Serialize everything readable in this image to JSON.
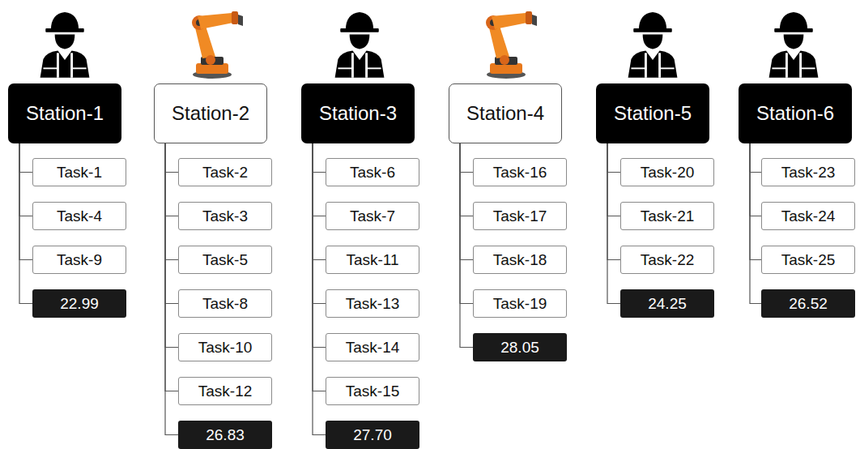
{
  "diagram": {
    "nodes": [
      {
        "text": [
          "Station-1"
        ]
      },
      {
        "text": [
          "Task-1"
        ]
      },
      {
        "text": [
          "Task-4"
        ]
      },
      {
        "text": [
          "Task-9"
        ]
      },
      {
        "text": [
          "22.99"
        ]
      },
      {
        "text": [
          "Station-2"
        ]
      },
      {
        "text": [
          "Task-2"
        ]
      },
      {
        "text": [
          "Task-3"
        ]
      },
      {
        "text": [
          "Task-5"
        ]
      },
      {
        "text": [
          "Task-8"
        ]
      },
      {
        "text": [
          "Task-10"
        ]
      },
      {
        "text": [
          "Task-12"
        ]
      },
      {
        "text": [
          "26.83"
        ]
      },
      {
        "text": [
          "Station-3"
        ]
      },
      {
        "text": [
          "Task-6"
        ]
      },
      {
        "text": [
          "Task-7"
        ]
      },
      {
        "text": [
          "Task-11"
        ]
      },
      {
        "text": [
          "Task-13"
        ]
      },
      {
        "text": [
          "Task-14"
        ]
      },
      {
        "text": [
          "Task-15"
        ]
      },
      {
        "text": [
          "27.70"
        ]
      },
      {
        "text": [
          "Station-4"
        ]
      },
      {
        "text": [
          "Task-16"
        ]
      },
      {
        "text": [
          "Task-17"
        ]
      },
      {
        "text": [
          "Task-18"
        ]
      },
      {
        "text": [
          "Task-19"
        ]
      },
      {
        "text": [
          "28.05"
        ]
      },
      {
        "text": [
          "Station-5"
        ]
      },
      {
        "text": [
          "Task-20"
        ]
      },
      {
        "text": [
          "Task-21"
        ]
      },
      {
        "text": [
          "Task-22"
        ]
      },
      {
        "text": [
          "24.25"
        ]
      },
      {
        "text": [
          "Station-6"
        ]
      },
      {
        "text": [
          "Task-23"
        ]
      },
      {
        "text": [
          "Task-24"
        ]
      },
      {
        "text": [
          "Task-25"
        ]
      },
      {
        "text": [
          "26.52"
        ]
      }
    ],
    "edges": [
      {
        "from": 0,
        "to": 1,
        "arrow": "none"
      },
      {
        "from": 0,
        "to": 2,
        "arrow": "none"
      },
      {
        "from": 0,
        "to": 3,
        "arrow": "none"
      },
      {
        "from": 0,
        "to": 4,
        "arrow": "none"
      },
      {
        "from": 5,
        "to": 6,
        "arrow": "none"
      },
      {
        "from": 5,
        "to": 7,
        "arrow": "none"
      },
      {
        "from": 5,
        "to": 8,
        "arrow": "none"
      },
      {
        "from": 5,
        "to": 9,
        "arrow": "none"
      },
      {
        "from": 5,
        "to": 10,
        "arrow": "none"
      },
      {
        "from": 5,
        "to": 11,
        "arrow": "none"
      },
      {
        "from": 5,
        "to": 12,
        "arrow": "none"
      },
      {
        "from": 13,
        "to": 14,
        "arrow": "none"
      },
      {
        "from": 13,
        "to": 15,
        "arrow": "none"
      },
      {
        "from": 13,
        "to": 16,
        "arrow": "none"
      },
      {
        "from": 13,
        "to": 17,
        "arrow": "none"
      },
      {
        "from": 13,
        "to": 18,
        "arrow": "none"
      },
      {
        "from": 13,
        "to": 19,
        "arrow": "none"
      },
      {
        "from": 13,
        "to": 20,
        "arrow": "none"
      },
      {
        "from": 21,
        "to": 22,
        "arrow": "none"
      },
      {
        "from": 21,
        "to": 23,
        "arrow": "none"
      },
      {
        "from": 21,
        "to": 24,
        "arrow": "none"
      },
      {
        "from": 21,
        "to": 25,
        "arrow": "none"
      },
      {
        "from": 21,
        "to": 26,
        "arrow": "none"
      },
      {
        "from": 27,
        "to": 28,
        "arrow": "none"
      },
      {
        "from": 27,
        "to": 29,
        "arrow": "none"
      },
      {
        "from": 27,
        "to": 30,
        "arrow": "none"
      },
      {
        "from": 27,
        "to": 31,
        "arrow": "none"
      },
      {
        "from": 32,
        "to": 33,
        "arrow": "none"
      },
      {
        "from": 32,
        "to": 34,
        "arrow": "none"
      },
      {
        "from": 32,
        "to": 35,
        "arrow": "none"
      },
      {
        "from": 32,
        "to": 36,
        "arrow": "none"
      }
    ]
  }
}
